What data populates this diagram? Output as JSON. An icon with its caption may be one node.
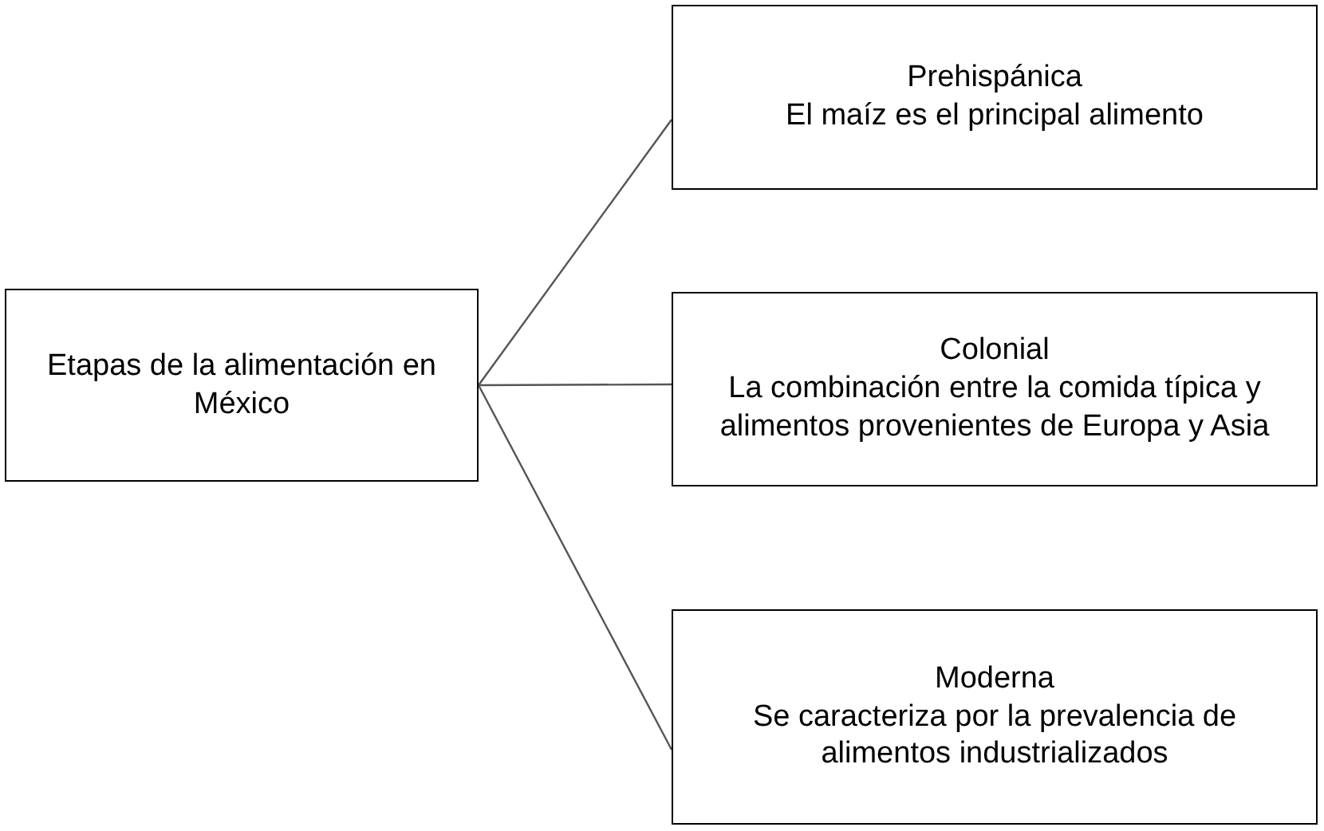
{
  "diagram": {
    "nodes": [
      {
        "text": [
          "Etapas de la alimentación en México"
        ]
      },
      {
        "text": [
          "Prehispánica",
          "El maíz es el principal alimento"
        ]
      },
      {
        "text": [
          "Colonial",
          "La combinación entre la comida típica y alimentos provenientes de Europa y Asia"
        ]
      },
      {
        "text": [
          "Moderna",
          "Se caracteriza por la prevalencia de alimentos industrializados"
        ]
      }
    ],
    "edges": [
      {
        "from": 0,
        "to": 1,
        "arrow": "none"
      },
      {
        "from": 0,
        "to": 2,
        "arrow": "none"
      },
      {
        "from": 0,
        "to": 3,
        "arrow": "none"
      }
    ]
  }
}
